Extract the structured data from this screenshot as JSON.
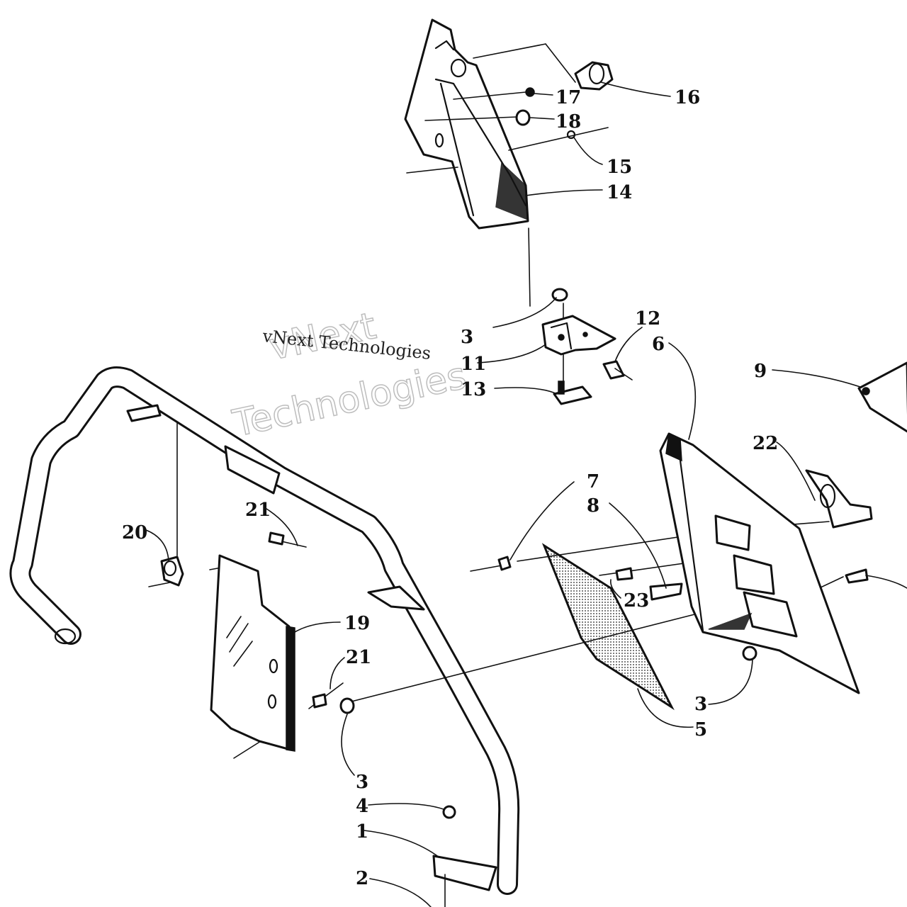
{
  "watermark": {
    "company_line": "vNext Technologies",
    "big_line1": "vNext",
    "big_line2": "Technologies"
  },
  "callouts": [
    {
      "id": "c16",
      "label": "16"
    },
    {
      "id": "c17",
      "label": "17"
    },
    {
      "id": "c18",
      "label": "18"
    },
    {
      "id": "c15",
      "label": "15"
    },
    {
      "id": "c14",
      "label": "14"
    },
    {
      "id": "c3a",
      "label": "3"
    },
    {
      "id": "c12",
      "label": "12"
    },
    {
      "id": "c6",
      "label": "6"
    },
    {
      "id": "c11",
      "label": "11"
    },
    {
      "id": "c9",
      "label": "9"
    },
    {
      "id": "c13",
      "label": "13"
    },
    {
      "id": "c22",
      "label": "22"
    },
    {
      "id": "c7",
      "label": "7"
    },
    {
      "id": "c8",
      "label": "8"
    },
    {
      "id": "c21a",
      "label": "21"
    },
    {
      "id": "c20",
      "label": "20"
    },
    {
      "id": "c23",
      "label": "23"
    },
    {
      "id": "c19",
      "label": "19"
    },
    {
      "id": "c21b",
      "label": "21"
    },
    {
      "id": "c3b",
      "label": "3"
    },
    {
      "id": "c5",
      "label": "5"
    },
    {
      "id": "c3c",
      "label": "3"
    },
    {
      "id": "c4",
      "label": "4"
    },
    {
      "id": "c1",
      "label": "1"
    },
    {
      "id": "c2",
      "label": "2"
    }
  ]
}
